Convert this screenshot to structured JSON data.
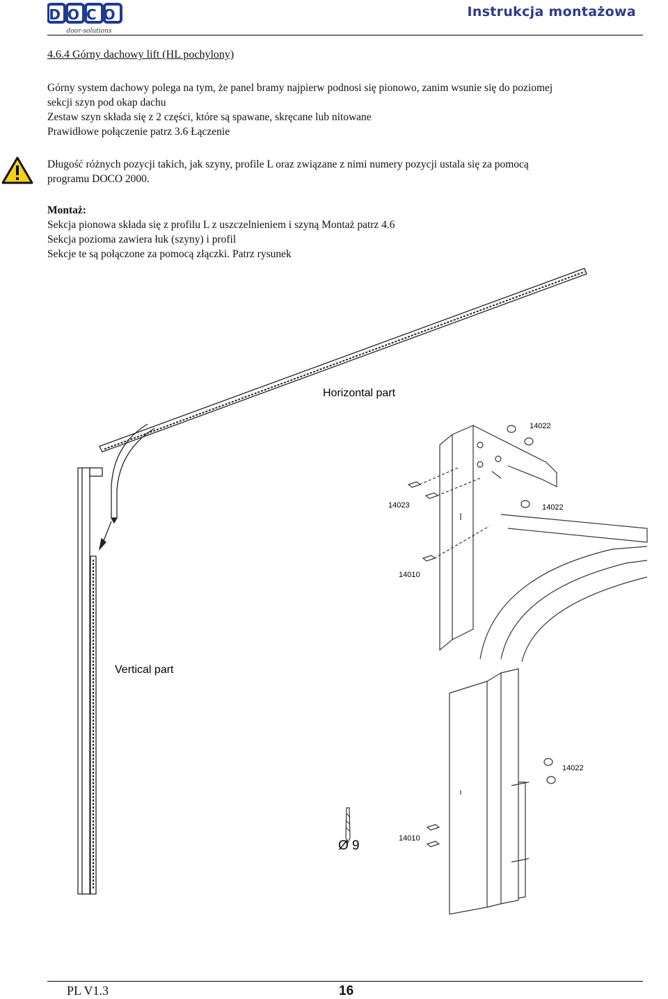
{
  "header": {
    "logo_text": "DOCO",
    "logo_tagline": "door-solutions",
    "doc_title": "Instrukcja montażowa"
  },
  "section": {
    "title": "4.6.4 Górny dachowy lift (HL pochylony)"
  },
  "intro": {
    "line1": "Górny system dachowy polega na tym, że panel bramy najpierw podnosi się pionowo, zanim wsunie się do poziomej",
    "line2": "sekcji szyn pod okap dachu",
    "line3": "Zestaw szyn składa się z 2 części, które są spawane, skręcane lub nitowane",
    "line4": "Prawidłowe połączenie patrz 3.6 Łączenie"
  },
  "warning": {
    "icon": "warning-triangle-icon",
    "line1": "Długość różnych pozycji takich, jak szyny, profile L oraz związane z nimi numery pozycji ustala się za pomocą",
    "line2": "programu DOCO 2000."
  },
  "montaz": {
    "heading": "Montaż:",
    "line1": "Sekcja pionowa składa się z profilu L z uszczelnieniem i szyną Montaż patrz 4.6",
    "line2": " Sekcja pozioma zawiera łuk (szyny) i profil",
    "line3": "Sekcje te są połączone za pomocą złączki. Patrz rysunek"
  },
  "figure": {
    "label_horizontal": "Horizontal part",
    "label_vertical": "Vertical part",
    "parts": {
      "p14022_a": "14022",
      "p14023": "14023",
      "p14022_b": "14022",
      "p14010_a": "14010",
      "p14022_c": "14022",
      "p14010_b": "14010"
    },
    "drill": "Ø 9"
  },
  "footer": {
    "version": "PL V1.3",
    "page": "16"
  },
  "colors": {
    "title_blue": "#2d3a8c",
    "logo_blue": "#1f3a93"
  }
}
